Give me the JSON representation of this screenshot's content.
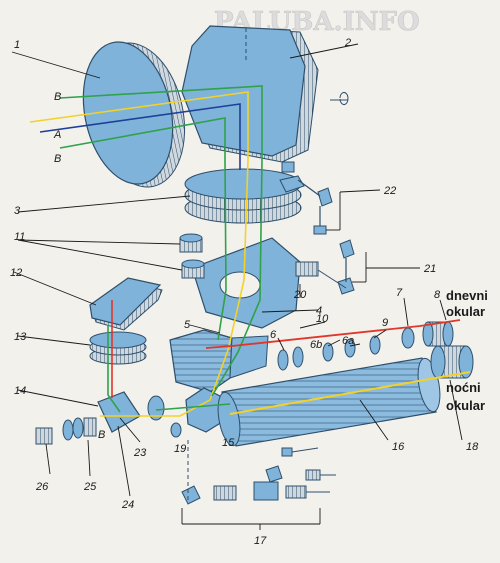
{
  "watermark": "PALUBA.INFO",
  "labels": {
    "l1": "1",
    "l2": "2",
    "l3": "3",
    "l4": "4",
    "l5": "5",
    "l6": "6",
    "l6b": "6b",
    "l6a": "6a",
    "l7": "7",
    "l8": "8",
    "l9": "9",
    "l10": "10",
    "l11": "11",
    "l12": "12",
    "l13": "13",
    "l14": "14",
    "l15": "15",
    "l16": "16",
    "l17": "17",
    "l18": "18",
    "l19": "19",
    "l20": "20",
    "l21": "21",
    "l22": "22",
    "l23": "23",
    "l24": "24",
    "l25": "25",
    "l26": "26",
    "A": "A",
    "B_top": "B",
    "B_bottom": "B",
    "B_small": "B"
  },
  "eyepiece_day": [
    "dnevni",
    "okular"
  ],
  "eyepiece_night": [
    "noćni",
    "okular"
  ],
  "colors": {
    "part_fill": "#7fb3d9",
    "part_stroke": "#2e4f6b",
    "ray_yellow": "#f2d22a",
    "ray_green": "#2fa24a",
    "ray_red": "#e0362b",
    "ray_blue": "#1f3f9a",
    "bg": "#f3f1ec"
  }
}
